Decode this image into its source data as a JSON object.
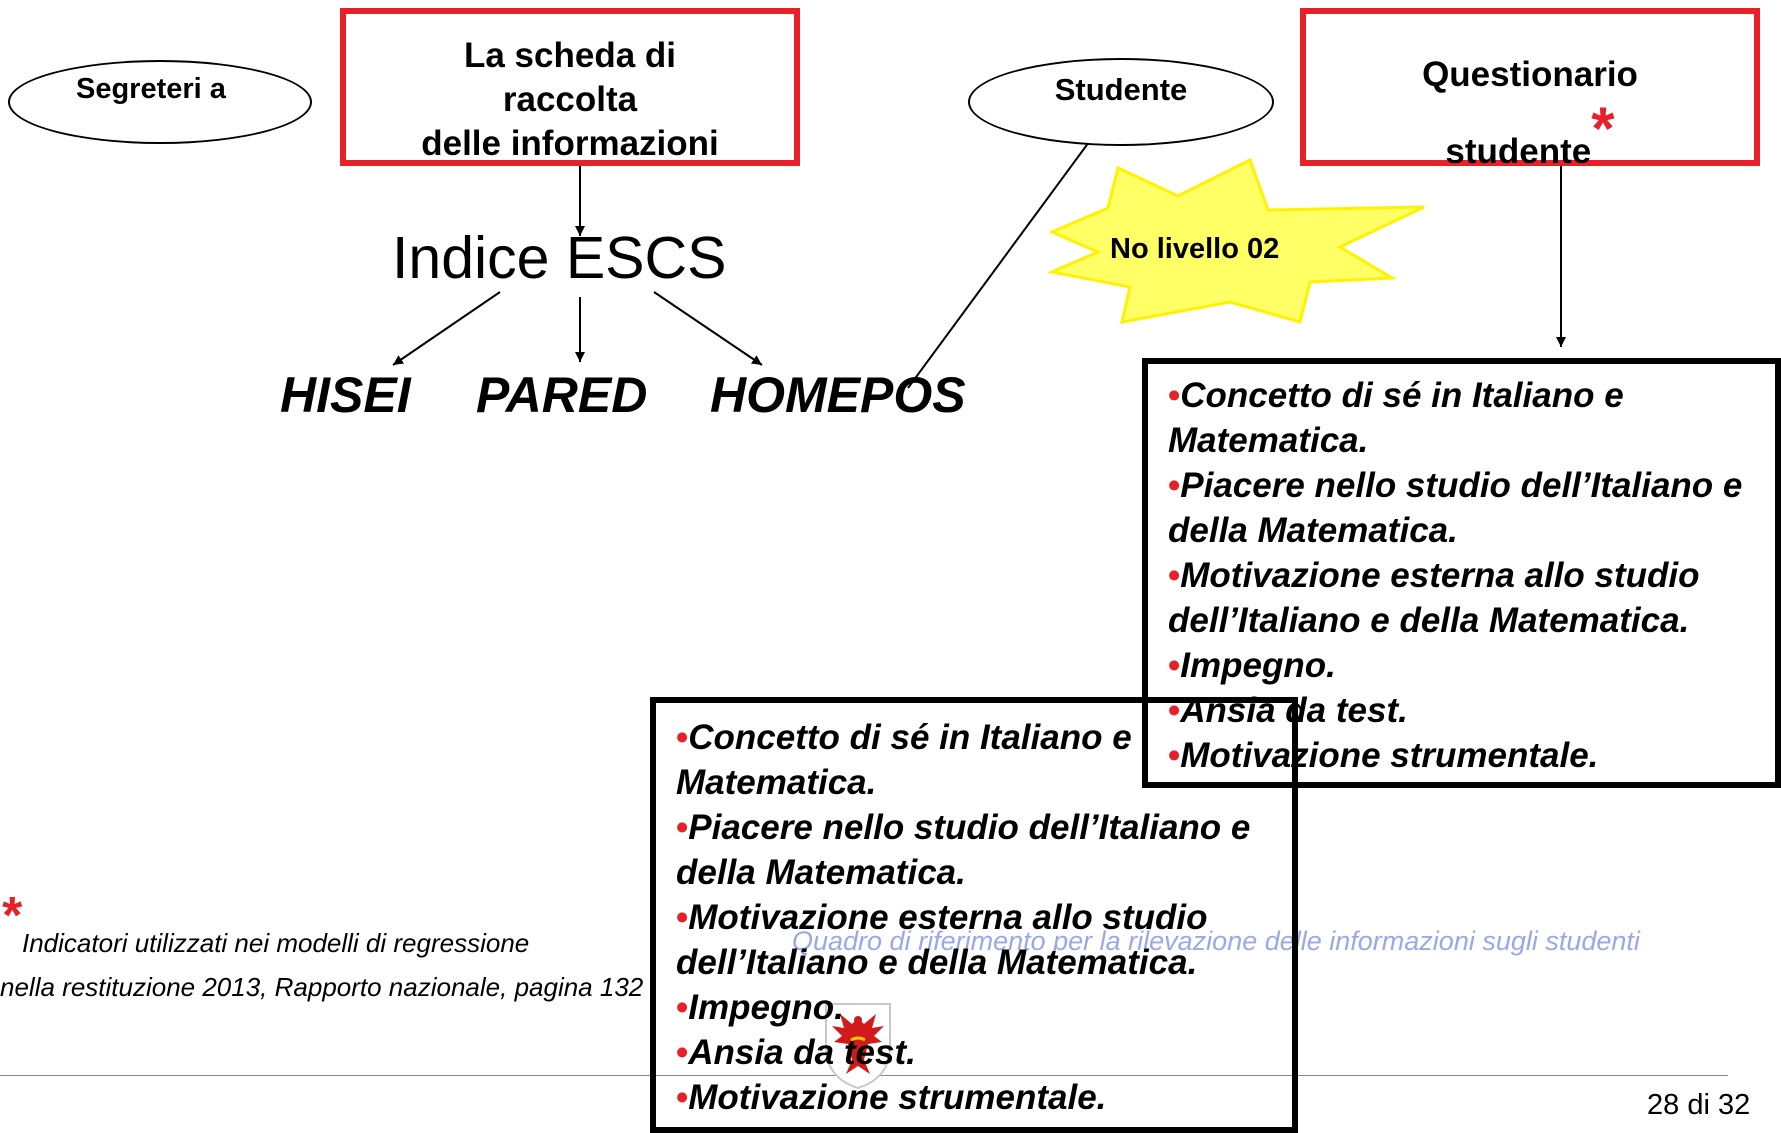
{
  "nodes": {
    "segreteria": "Segreteri a",
    "scheda_line1": "La scheda di",
    "scheda_line2": "raccolta",
    "scheda_line3": "delle informazioni",
    "studente": "Studente",
    "questionario_line1": "Questionario",
    "questionario_line2": "studente",
    "asterisk": "*",
    "indice": "Indice ESCS",
    "hisei": "HISEI",
    "pared": "PARED",
    "homepos": "HOMEPOS",
    "burst": "No livello 02"
  },
  "upper_list": [
    "Concetto di sé in Italiano e Matematica.",
    "Piacere nello studio dell’Italiano e della Matematica.",
    "Motivazione esterna allo studio dell’Italiano e della Matematica.",
    "Impegno.",
    "Ansia da test.",
    "Motivazione strumentale."
  ],
  "lower_list": [
    "Concetto di sé in Italiano e Matematica.",
    "Piacere nello studio dell’Italiano e della Matematica.",
    "Motivazione esterna allo studio dell’Italiano e della Matematica.",
    "Impegno.",
    "Ansia da test.",
    "Motivazione strumentale."
  ],
  "footnote": {
    "asterisk": "*",
    "line1": "Indicatori utilizzati nei modelli di regressione",
    "line2": "nella restituzione 2013, Rapporto nazionale, pagina 132"
  },
  "footer": {
    "watermark": "Quadro di riferimento per la rilevazione delle informazioni sugli studenti",
    "page_number": "28 di 32"
  },
  "colors": {
    "box_border_red": "#e8202a",
    "burst_fill": "#ffff66",
    "watermark": "#9aa8e8",
    "bullet": "#e8202a"
  },
  "icons": {
    "logo": "red-eagle-coat-of-arms"
  }
}
